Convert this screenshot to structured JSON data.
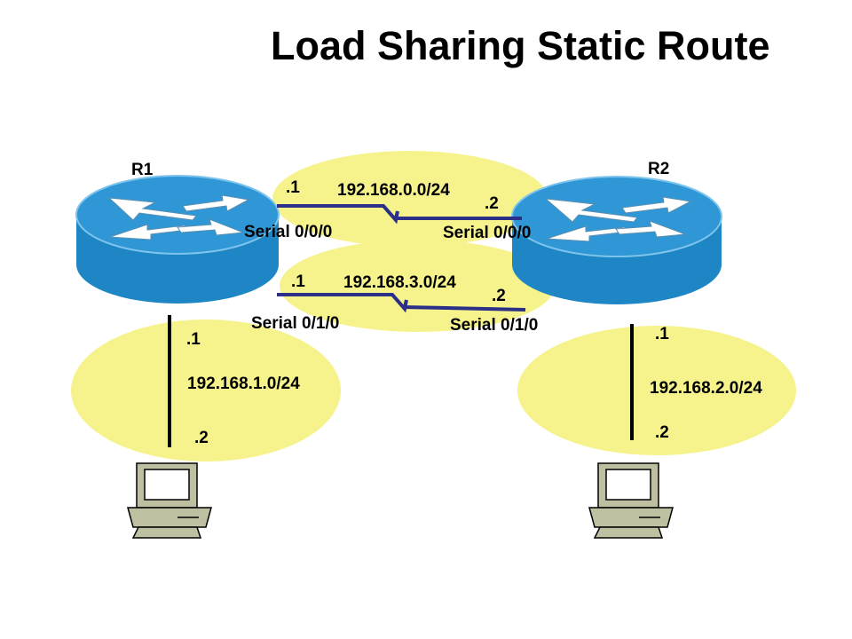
{
  "title": "Load Sharing Static Route",
  "routers": {
    "r1": "R1",
    "r2": "R2"
  },
  "links": [
    {
      "network": "192.168.0.0/24",
      "left_host": ".1",
      "right_host": ".2",
      "left_interface": "Serial 0/0/0",
      "right_interface": "Serial 0/0/0"
    },
    {
      "network": "192.168.3.0/24",
      "left_host": ".1",
      "right_host": ".2",
      "left_interface": "Serial 0/1/0",
      "right_interface": "Serial 0/1/0"
    }
  ],
  "lans": {
    "left": {
      "network": "192.168.1.0/24",
      "router_host": ".1",
      "pc_host": ".2"
    },
    "right": {
      "network": "192.168.2.0/24",
      "router_host": ".1",
      "pc_host": ".2"
    }
  },
  "colors": {
    "network_ellipse": "#f6f38c",
    "router_top": "#2f97d6",
    "router_side": "#1e86c4",
    "link_line": "#2c2f88",
    "pc_body": "#bfbfa2"
  }
}
